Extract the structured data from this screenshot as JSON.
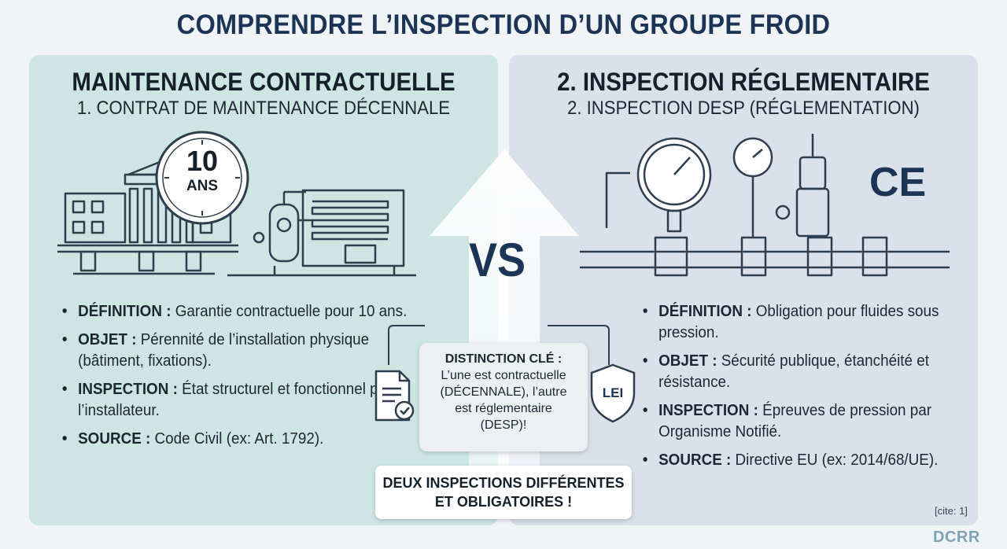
{
  "title": "COMPRENDRE L’INSPECTION D’UN GROUPE FROID",
  "left": {
    "title": "MAINTENANCE CONTRACTUELLE",
    "subtitle": "1. CONTRAT DE MAINTENANCE DÉCENNALE",
    "clock_number": "10",
    "clock_unit": "ANS",
    "bullets": [
      {
        "key": "DÉFINITION :",
        "text": "Garantie contractuelle pour 10 ans."
      },
      {
        "key": "OBJET :",
        "text": "Pérennité de l’installation physique (bâtiment, fixations)."
      },
      {
        "key": "INSPECTION :",
        "text": "État structurel et fonctionnel par l’installateur."
      },
      {
        "key": "SOURCE :",
        "text": "Code Civil (ex: Art. 1792)."
      }
    ]
  },
  "right": {
    "title": "2. INSPECTION RÉGLEMENTAIRE",
    "subtitle": "2. INSPECTION DESP (RÉGLEMENTATION)",
    "ce_mark": "CE",
    "bullets": [
      {
        "key": "DÉFINITION :",
        "text": "Obligation pour fluides sous pression."
      },
      {
        "key": "OBJET :",
        "text": "Sécurité publique, étanchéité et résistance."
      },
      {
        "key": "INSPECTION :",
        "text": "Épreuves de pression par Organisme Notifié."
      },
      {
        "key": "SOURCE :",
        "text": "Directive EU (ex: 2014/68/UE)."
      }
    ]
  },
  "center": {
    "vs": "VS",
    "distinction_title": "DISTINCTION CLÉ :",
    "distinction_text": "L’une est contractuelle (DÉCENNALE), l’autre est réglementaire (DESP)!",
    "shield_label": "LEI",
    "bottom_line1": "DEUX INSPECTIONS DIFFÉRENTES",
    "bottom_line2": "ET OBLIGATOIRES !"
  },
  "cite": "[cite: 1]",
  "logo": "DCRR",
  "colors": {
    "left_panel": "#cde6e4",
    "right_panel": "#dbe1ea",
    "title": "#1c3557",
    "stroke": "#2f3e4f"
  }
}
